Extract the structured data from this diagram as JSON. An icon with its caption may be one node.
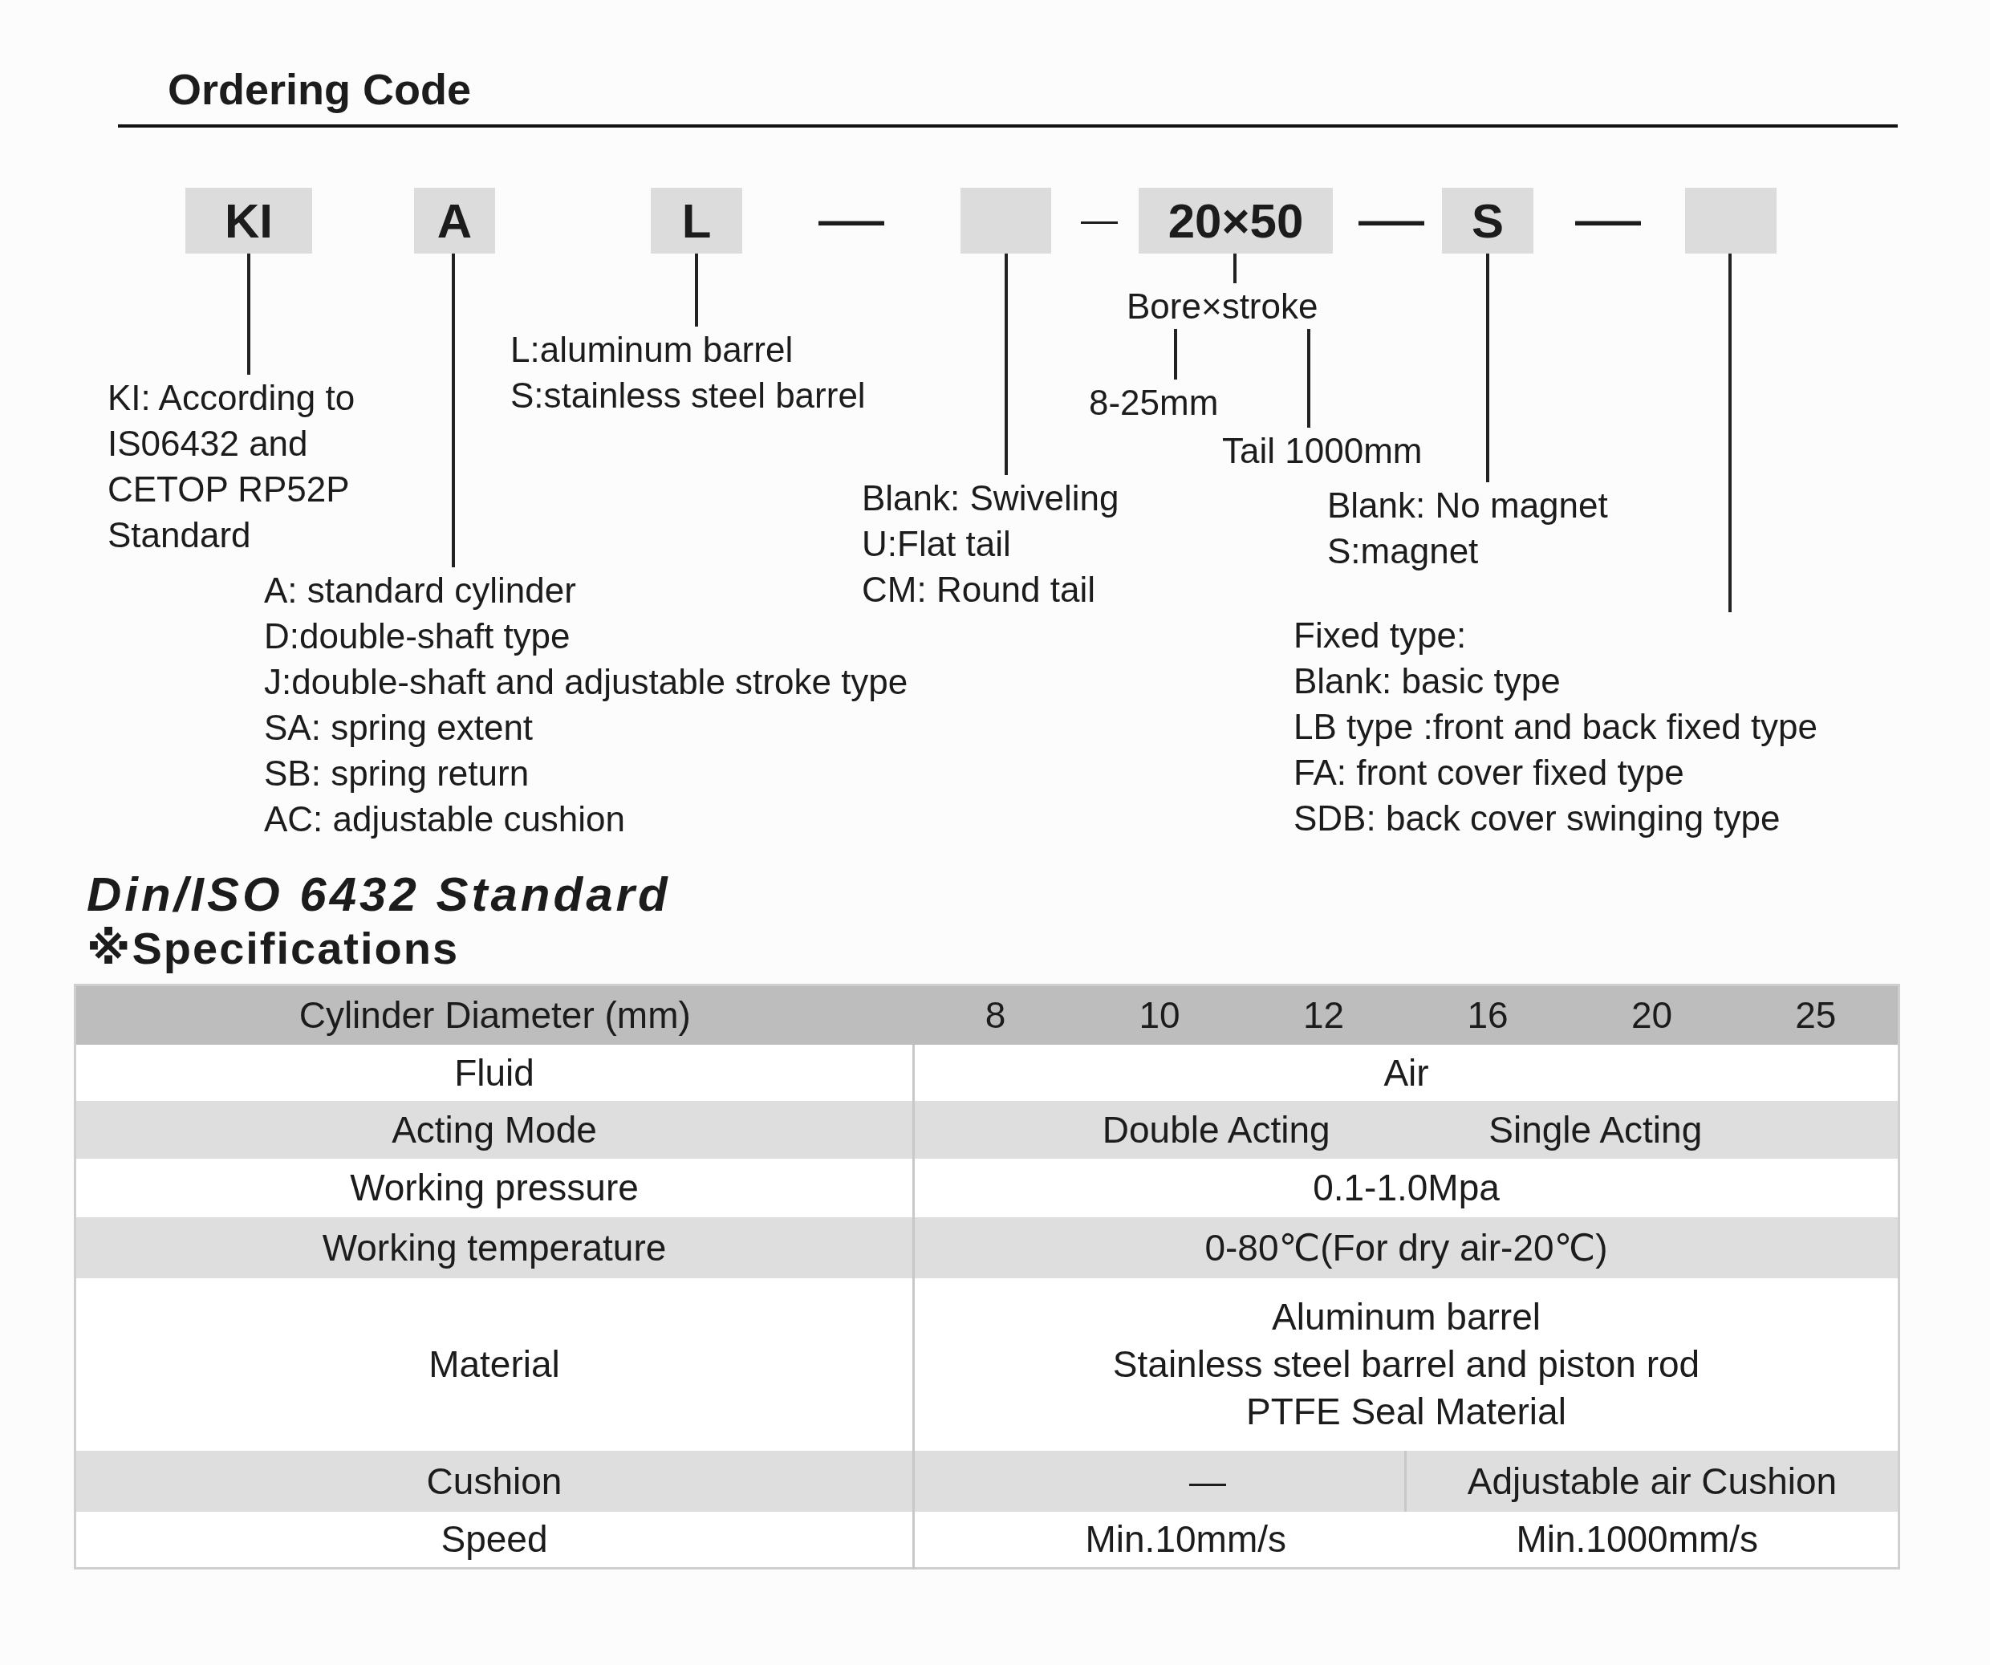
{
  "diagram": {
    "title": "Ordering Code",
    "nodes": [
      {
        "text": [
          "KI"
        ]
      },
      {
        "text": [
          "A"
        ]
      },
      {
        "text": [
          "L"
        ]
      },
      {
        "text": [],
        "shape": "box"
      },
      {
        "text": [
          "20×50"
        ]
      },
      {
        "text": [
          "S"
        ]
      },
      {
        "text": [],
        "shape": "box"
      },
      {
        "text": [
          "KI: According to IS06432 and CETOP RP52P Standard"
        ]
      },
      {
        "text": [
          "A: standard cylinder",
          "D:double-shaft type",
          "J:double-shaft and adjustable stroke type",
          "SA: spring extent",
          "SB: spring return",
          "AC: adjustable cushion"
        ]
      },
      {
        "text": [
          "L:aluminum barrel",
          "S:stainless steel barrel"
        ]
      },
      {
        "text": [
          "Blank: Swiveling",
          "U:Flat tail",
          "CM: Round tail"
        ]
      },
      {
        "text": [
          "Bore×stroke"
        ]
      },
      {
        "text": [
          "8-25mm"
        ]
      },
      {
        "text": [
          "Tail 1000mm"
        ]
      },
      {
        "text": [
          "Blank: No magnet",
          "S:magnet"
        ]
      },
      {
        "text": [
          "Fixed type:",
          "Blank: basic type",
          "LB type :front and back fixed type",
          "FA: front cover fixed type",
          "SDB: back cover swinging type"
        ]
      }
    ],
    "edges": [
      {
        "from": 0,
        "to": 7,
        "arrow": "none"
      },
      {
        "from": 1,
        "to": 8,
        "arrow": "none"
      },
      {
        "from": 2,
        "to": 9,
        "arrow": "none"
      },
      {
        "from": 3,
        "to": 10,
        "arrow": "none"
      },
      {
        "from": 4,
        "to": 11,
        "arrow": "none"
      },
      {
        "from": 11,
        "to": 12,
        "arrow": "none"
      },
      {
        "from": 11,
        "to": 13,
        "arrow": "none"
      },
      {
        "from": 5,
        "to": 14,
        "arrow": "none"
      },
      {
        "from": 6,
        "to": 15,
        "arrow": "none"
      }
    ],
    "labels": [
      "—",
      "—",
      "—",
      "—",
      "Din/ISO 6432 Standard",
      "※Specifications",
      "Cylinder Diameter (mm)",
      "8",
      "10",
      "12",
      "16",
      "20",
      "25",
      "Fluid",
      "Air",
      "Acting Mode",
      "Double Acting",
      "Single Acting",
      "Working pressure",
      "0.1-1.0Mpa",
      "Working temperature",
      "0-80℃(For dry air-20℃)",
      "Material",
      "Aluminum barrel",
      "Stainless steel barrel and piston rod",
      "PTFE Seal Material",
      "Cushion",
      "—",
      "Adjustable air Cushion",
      "Speed",
      "Min.10mm/s",
      "Min.1000mm/s"
    ]
  }
}
